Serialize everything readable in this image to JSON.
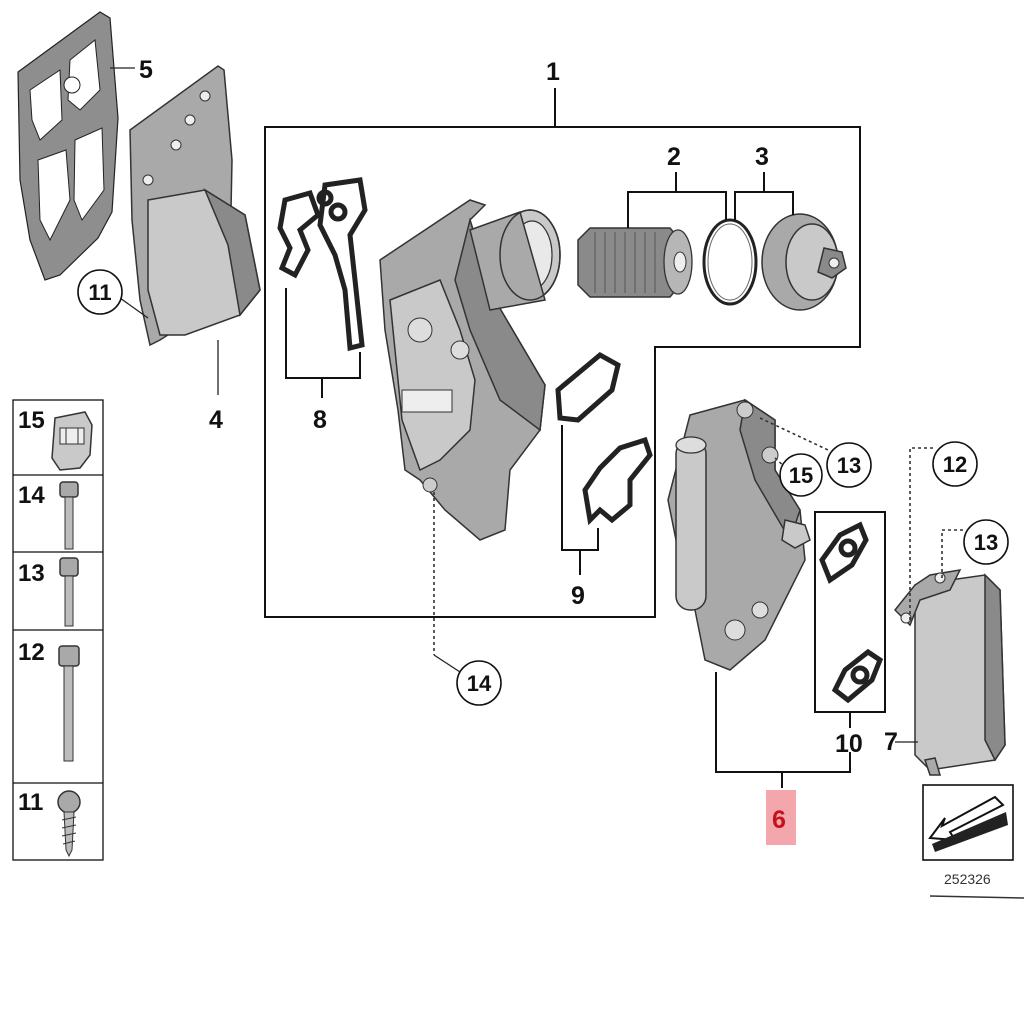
{
  "diagram": {
    "reference_number": "252326",
    "highlight_color": "#f4a6ad",
    "callouts": {
      "n1": "1",
      "n2": "2",
      "n3": "3",
      "n4": "4",
      "n5": "5",
      "n6": "6",
      "n7": "7",
      "n8": "8",
      "n9": "9",
      "n10": "10",
      "n11": "11",
      "n12": "12",
      "n13": "13",
      "n13b": "13",
      "n14": "14",
      "n15": "15"
    },
    "legend": [
      "15",
      "14",
      "13",
      "12",
      "11"
    ]
  }
}
